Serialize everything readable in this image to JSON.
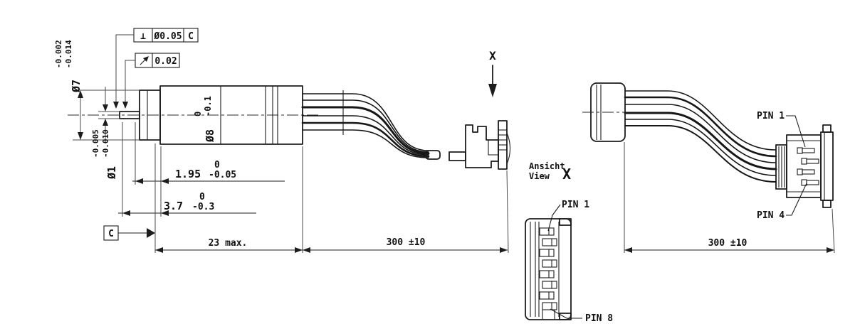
{
  "meta": {
    "background": "#ffffff",
    "ink_color": "#1c1c1c",
    "aux_line_color": "#4a4a4a"
  },
  "icons": {
    "runout": "runout-symbol-icon",
    "perpendicularity": "perpendicularity-symbol-icon",
    "datum_triangle": "datum-triangle-icon",
    "section_arrow": "section-view-arrow-icon"
  },
  "view_left": {
    "fcf_perpendicularity": {
      "symbol": "⊥",
      "tolerance": "Ø0.05",
      "datum": "C"
    },
    "fcf_runout": {
      "tolerance": "0.02"
    },
    "dia_flange": {
      "label": "Ø7",
      "tol_upper": "-0.002",
      "tol_lower": "-0.014"
    },
    "dia_shaft": {
      "label": "Ø1",
      "tol_upper": "-0.005",
      "tol_lower": "-0.010"
    },
    "dia_body": {
      "label": "Ø8",
      "tol_upper": "0",
      "tol_lower": "-0.1"
    },
    "dim_shaft_len": {
      "value": "1.95",
      "tol_upper": "0",
      "tol_lower": "-0.05"
    },
    "dim_pinion_len": {
      "value": "3.7",
      "tol_upper": "0",
      "tol_lower": "-0.3"
    },
    "dim_body_len": "23 max.",
    "dim_cable_len": "300 ±10",
    "datum_label": "C",
    "section_label": "X"
  },
  "view_x": {
    "caption_line1": "Ansicht",
    "caption_line2": "View",
    "caption_ref": "X",
    "pin_top": "PIN 1",
    "pin_bottom": "PIN 8"
  },
  "view_right": {
    "pin_top": "PIN 1",
    "pin_bottom": "PIN 4",
    "dim_cable_len": "300 ±10"
  }
}
